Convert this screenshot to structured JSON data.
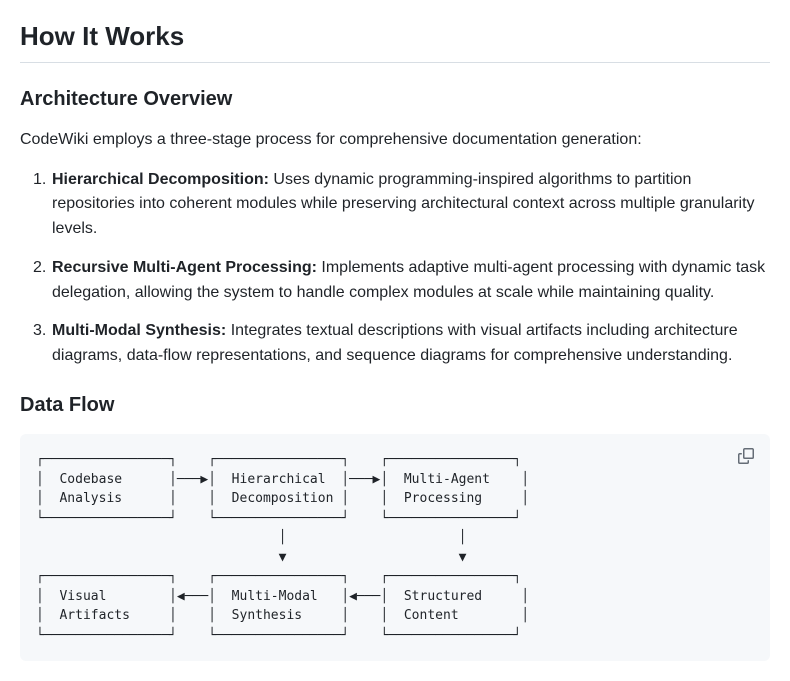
{
  "page": {
    "title": "How It Works"
  },
  "architecture": {
    "heading": "Architecture Overview",
    "intro": "CodeWiki employs a three-stage process for comprehensive documentation generation:",
    "steps": [
      {
        "number": "1.",
        "title": "Hierarchical Decomposition:",
        "description": "Uses dynamic programming-inspired algorithms to partition repositories into coherent modules while preserving architectural context across multiple granularity levels."
      },
      {
        "number": "2.",
        "title": "Recursive Multi-Agent Processing:",
        "description": "Implements adaptive multi-agent processing with dynamic task delegation, allowing the system to handle complex modules at scale while maintaining quality."
      },
      {
        "number": "3.",
        "title": "Multi-Modal Synthesis:",
        "description": "Integrates textual descriptions with visual artifacts including architecture diagrams, data-flow representations, and sequence diagrams for comprehensive understanding."
      }
    ]
  },
  "data_flow": {
    "heading": "Data Flow",
    "diagram": "┌────────────────┐    ┌────────────────┐    ┌────────────────┐\n│  Codebase      │───▶│  Hierarchical  │───▶│  Multi-Agent    │\n│  Analysis      │    │  Decomposition │    │  Processing     │\n└────────────────┘    └────────────────┘    └────────────────┘\n                               │                      │\n                               ▼                      ▼\n┌────────────────┐    ┌────────────────┐    ┌────────────────┐\n│  Visual        │◀───│  Multi-Modal   │◀───│  Structured     │\n│  Artifacts     │    │  Synthesis     │    │  Content        │\n└────────────────┘    └────────────────┘    └────────────────┘",
    "nodes": [
      "Codebase Analysis",
      "Hierarchical Decomposition",
      "Multi-Agent Processing",
      "Structured Content",
      "Multi-Modal Synthesis",
      "Visual Artifacts"
    ],
    "copy_icon": "copy-icon"
  },
  "colors": {
    "background": "#ffffff",
    "text": "#1f2328",
    "divider": "#d8dee4",
    "code_background": "#f6f8fa",
    "icon": "#656d76"
  }
}
